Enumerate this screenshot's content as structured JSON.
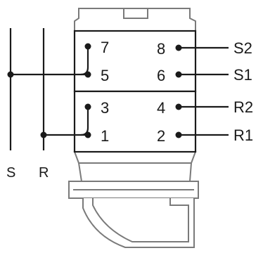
{
  "terminals": {
    "t7": "7",
    "t8": "8",
    "t5": "5",
    "t6": "6",
    "t3": "3",
    "t4": "4",
    "t1": "1",
    "t2": "2"
  },
  "connections": {
    "s2": "S2",
    "s1": "S1",
    "r2": "R2",
    "r1": "R1"
  },
  "bus": {
    "s": "S",
    "r": "R"
  },
  "colors": {
    "line": "#1a1a1a",
    "housing": "#7a7a7a"
  }
}
